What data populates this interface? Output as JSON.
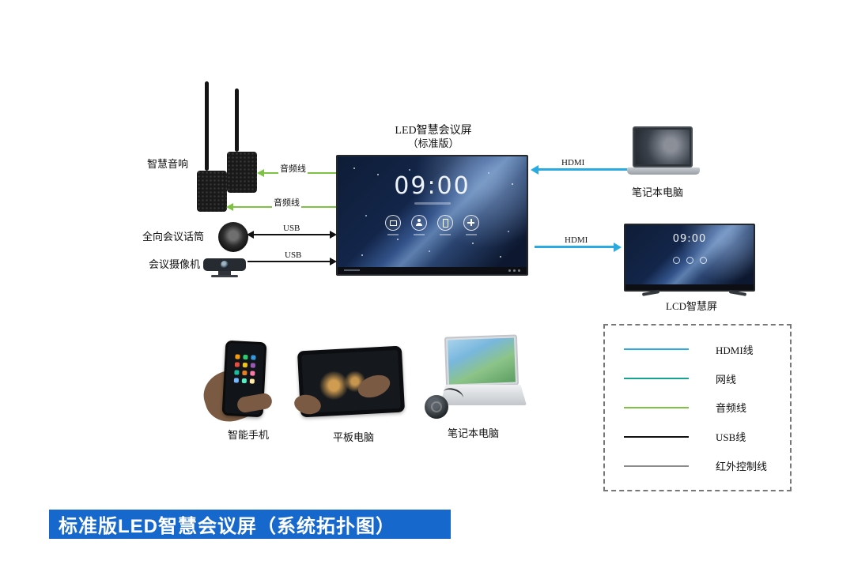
{
  "header": {
    "line1": "LED智慧会议屏",
    "line2": "（标准版）"
  },
  "led_screen": {
    "clock": "09:00"
  },
  "lcd": {
    "label": "LCD智慧屏",
    "clock": "09:00"
  },
  "devices": {
    "speakers": "智慧音响",
    "mic": "全向会议话筒",
    "camera": "会议摄像机",
    "laptop_top": "笔记本电脑",
    "phone": "智能手机",
    "tablet": "平板电脑",
    "laptop_bottom": "笔记本电脑"
  },
  "connections": {
    "audio_top": "音频线",
    "audio_bottom": "音频线",
    "usb_mic": "USB",
    "usb_camera": "USB",
    "hdmi_top": "HDMI",
    "hdmi_bottom": "HDMI"
  },
  "colors": {
    "hdmi": "#29abe2",
    "lan": "#18a290",
    "audio": "#7dc242",
    "usb": "#111111",
    "ir": "#8c8c8c",
    "banner": "#1668cd"
  },
  "icons": {
    "led": [
      "wireless-cast-icon",
      "user-icon",
      "phone-icon",
      "plus-icon"
    ]
  },
  "legend": {
    "items": [
      {
        "label": "HDMI线",
        "color": "#29abe2"
      },
      {
        "label": "网线",
        "color": "#18a290"
      },
      {
        "label": "音频线",
        "color": "#7dc242"
      },
      {
        "label": "USB线",
        "color": "#111111"
      },
      {
        "label": "红外控制线",
        "color": "#8c8c8c"
      }
    ]
  },
  "footer": {
    "title": "标准版LED智慧会议屏（系统拓扑图）"
  }
}
